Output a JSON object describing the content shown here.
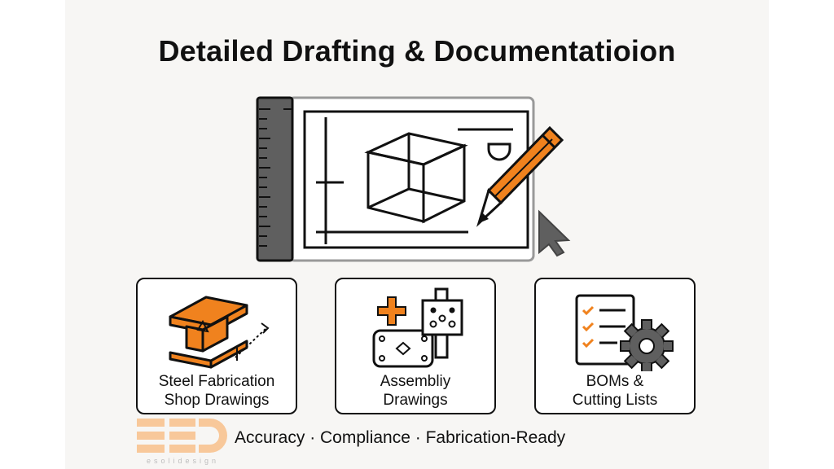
{
  "title": "Detailed Drafting & Documentatioion",
  "cards": [
    {
      "line1": "Steel Fabrication",
      "line2": "Shop Drawings",
      "icon": "steel-beam-icon"
    },
    {
      "line1": "Assembliy",
      "line2": "Drawings",
      "icon": "assembly-parts-icon"
    },
    {
      "line1": "BOMs &",
      "line2": "Cutting Lists",
      "icon": "checklist-gear-icon"
    }
  ],
  "tagline": "Accuracy · Compliance · Fabrication-Ready",
  "logo": {
    "text": "ESD",
    "sub": "esolidesign"
  },
  "colors": {
    "accent": "#f0821e",
    "dark": "#111111",
    "gray": "#5f5f5f",
    "background": "#f7f6f4"
  }
}
